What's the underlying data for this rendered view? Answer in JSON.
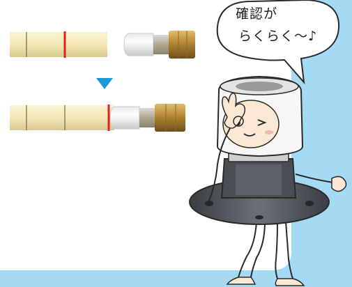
{
  "bubble": {
    "line1": "確認が",
    "line2": "らくらく〜♪"
  },
  "colors": {
    "sky_panel": "#a5daf4",
    "card": "#ffffff",
    "pipe": "#f3e7b6",
    "pipe_shade": "#dccf97",
    "insertion_mark": "#d9261c",
    "arrow": "#1c9ad6",
    "fitting_white": "#f4f4f4",
    "fitting_brass": "#b88a36",
    "flange_dark": "#4a4f56"
  },
  "icons": {
    "arrow": "down-triangle",
    "note": "eighth-note"
  }
}
